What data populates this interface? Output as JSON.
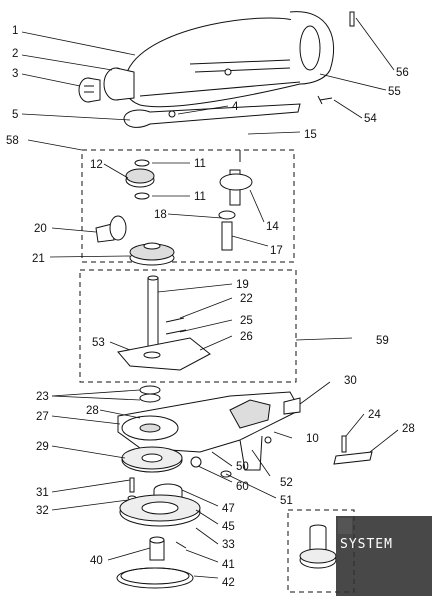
{
  "diagram": {
    "callouts": [
      "1",
      "2",
      "3",
      "5",
      "58",
      "12",
      "11",
      "11",
      "18",
      "20",
      "21",
      "19",
      "22",
      "25",
      "26",
      "53",
      "59",
      "23",
      "27",
      "28",
      "29",
      "31",
      "32",
      "40",
      "42",
      "41",
      "33",
      "45",
      "47",
      "51",
      "60",
      "50",
      "52",
      "10",
      "24",
      "28",
      "30",
      "14",
      "17",
      "15",
      "54",
      "55",
      "56",
      "4"
    ],
    "watermark": {
      "text": "SYSTEM",
      "colors": {
        "bg": "#2f2f2f",
        "fg": "#ffffff"
      }
    },
    "colors": {
      "line": "#111111",
      "paper": "#ffffff",
      "shade": "#dcdcdc"
    }
  }
}
